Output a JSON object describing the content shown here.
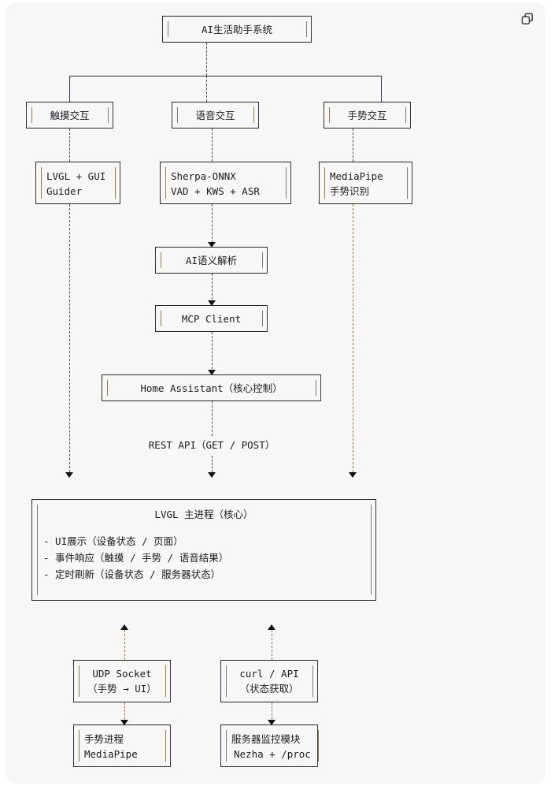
{
  "card": {
    "background": "#f7f7f8",
    "copy_icon": "copy-icon"
  },
  "diagram": {
    "title_node": "AI生活助手系统",
    "branches": [
      {
        "id": "touch",
        "label": "触摸交互"
      },
      {
        "id": "voice",
        "label": "语音交互"
      },
      {
        "id": "gesture",
        "label": "手势交互"
      }
    ],
    "engines": [
      {
        "id": "lvgl-gui",
        "line1": "LVGL + GUI",
        "line2": "Guider"
      },
      {
        "id": "sherpa",
        "line1": "Sherpa-ONNX",
        "line2": "VAD + KWS + ASR"
      },
      {
        "id": "mediapipe",
        "line1": "MediaPipe",
        "line2": "手势识别"
      }
    ],
    "pipeline": [
      {
        "id": "nlu",
        "label": "AI语义解析"
      },
      {
        "id": "mcp",
        "label": "MCP Client"
      },
      {
        "id": "ha",
        "label": "Home Assistant（核心控制）"
      }
    ],
    "edge_label": "REST API（GET / POST）",
    "main_process": {
      "title": "LVGL 主进程（核心）",
      "bullets": [
        "- UI展示（设备状态 / 页面）",
        "- 事件响应（触摸 / 手势 / 语音结果）",
        "- 定时刷新（设备状态 / 服务器状态）"
      ]
    },
    "channels": [
      {
        "id": "udp",
        "line1": "UDP Socket",
        "line2": "（手势 → UI）"
      },
      {
        "id": "curl",
        "line1": "curl / API",
        "line2": "（状态获取）"
      }
    ],
    "workers": [
      {
        "id": "gesture-proc",
        "line1": "手势进程",
        "line2": "MediaPipe"
      },
      {
        "id": "server-mon",
        "line1": "服务器监控模块",
        "line2": "Nezha + /proc"
      }
    ]
  }
}
